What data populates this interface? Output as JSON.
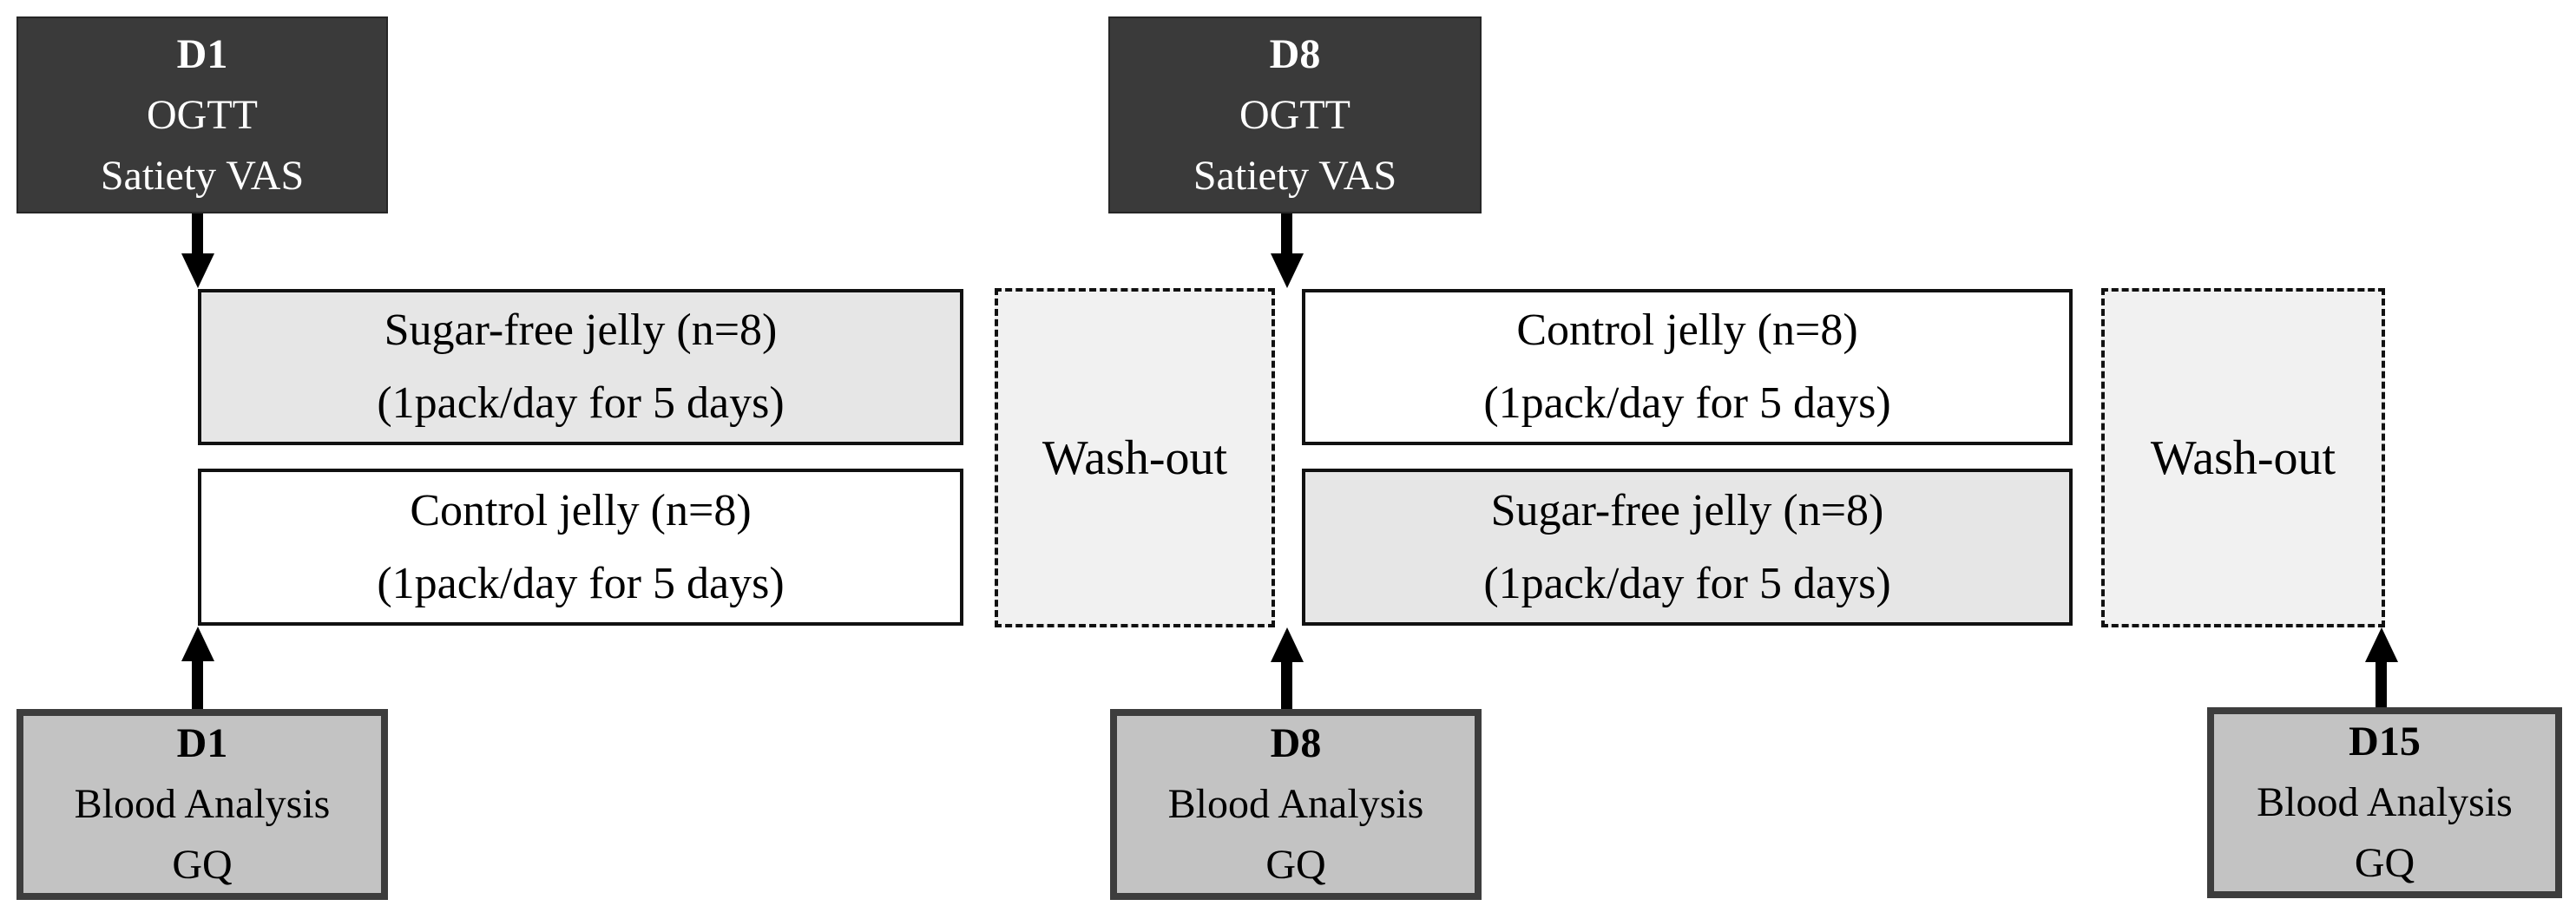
{
  "figure": {
    "type": "crossover-study-design-flow",
    "background": "#ffffff"
  },
  "colors": {
    "assessment_box_bg": "#3a3a3a",
    "assessment_box_text": "#ffffff",
    "blood_box_bg": "#c3c3c3",
    "blood_box_border": "#3d3d3d",
    "shaded_row_bg": "#e6e6e6",
    "white_row_bg": "#ffffff",
    "washout_bg": "#f1f1f1",
    "line_color": "#111111",
    "arrow_color": "#000000"
  },
  "top_boxes": {
    "d1": {
      "title": "D1",
      "line1": "OGTT",
      "line2": "Satiety VAS"
    },
    "d8": {
      "title": "D8",
      "line1": "OGTT",
      "line2": "Satiety VAS"
    }
  },
  "period1": {
    "row_top": {
      "line1": "Sugar-free jelly (n=8)",
      "line2": "(1pack/day for 5 days)"
    },
    "row_bottom": {
      "line1": "Control jelly (n=8)",
      "line2": "(1pack/day for 5 days)"
    }
  },
  "washout1": {
    "label": "Wash-out"
  },
  "period2": {
    "row_top": {
      "line1": "Control jelly (n=8)",
      "line2": "(1pack/day for 5 days)"
    },
    "row_bottom": {
      "line1": "Sugar-free jelly (n=8)",
      "line2": "(1pack/day for 5 days)"
    }
  },
  "washout2": {
    "label": "Wash-out"
  },
  "bottom_boxes": {
    "d1": {
      "title": "D1",
      "line1": "Blood Analysis",
      "line2": "GQ"
    },
    "d8": {
      "title": "D8",
      "line1": "Blood Analysis",
      "line2": "GQ"
    },
    "d15": {
      "title": "D15",
      "line1": "Blood Analysis",
      "line2": "GQ"
    }
  }
}
